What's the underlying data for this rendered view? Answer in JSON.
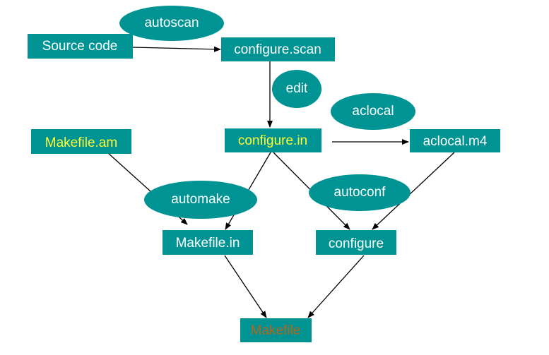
{
  "colors": {
    "box_fill": "#009393",
    "text_default": "#ffffff",
    "text_highlight": "#ffff33",
    "text_output": "#b5651d",
    "arrow": "#000000"
  },
  "nodes": {
    "source_code": {
      "label": "Source code",
      "color": "#ffffff"
    },
    "configure_scan": {
      "label": "configure.scan",
      "color": "#ffffff"
    },
    "configure_in": {
      "label": "configure.in",
      "color": "#ffff33"
    },
    "aclocal_m4": {
      "label": "aclocal.m4",
      "color": "#ffffff"
    },
    "makefile_am": {
      "label": "Makefile.am",
      "color": "#ffff33"
    },
    "makefile_in": {
      "label": "Makefile.in",
      "color": "#ffffff"
    },
    "configure": {
      "label": "configure",
      "color": "#ffffff"
    },
    "makefile": {
      "label": "Makefile",
      "color": "#b5651d"
    }
  },
  "tools": {
    "autoscan": {
      "label": "autoscan"
    },
    "edit": {
      "label": "edit"
    },
    "aclocal": {
      "label": "aclocal"
    },
    "automake": {
      "label": "automake"
    },
    "autoconf": {
      "label": "autoconf"
    }
  }
}
